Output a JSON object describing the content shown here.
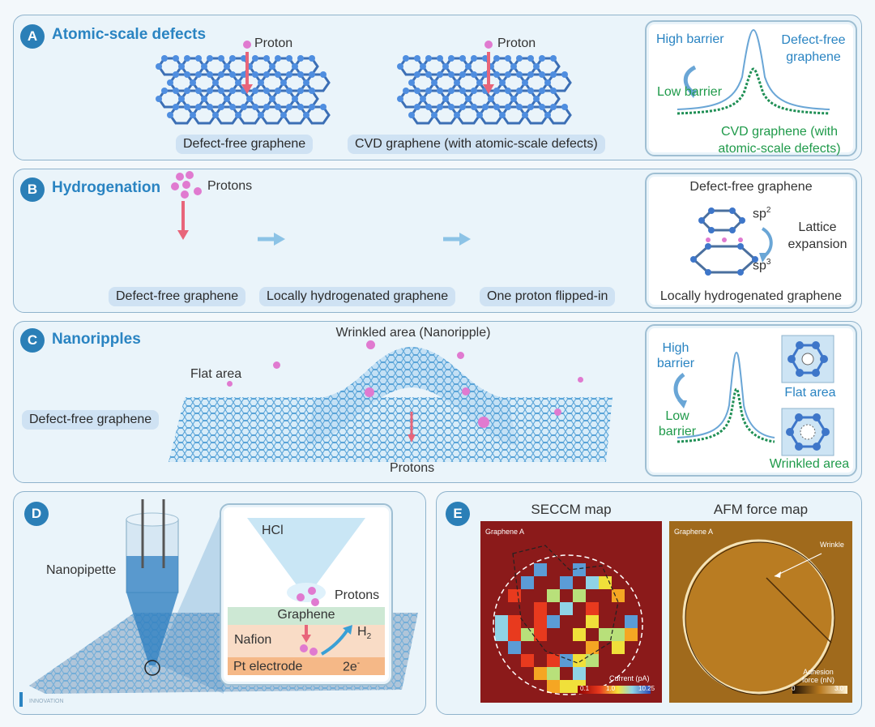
{
  "panelA": {
    "letter": "A",
    "title": "Atomic-scale defects",
    "proton_left": "Proton",
    "proton_right": "Proton",
    "label_left": "Defect-free graphene",
    "label_right": "CVD graphene (with atomic-scale defects)",
    "side": {
      "high_barrier": "High barrier",
      "low_barrier": "Low barrier",
      "defect_free": "Defect-free graphene",
      "cvd": "CVD graphene (with atomic-scale defects)"
    }
  },
  "panelB": {
    "letter": "B",
    "title": "Hydrogenation",
    "protons": "Protons",
    "label_1": "Defect-free graphene",
    "label_2": "Locally hydrogenated graphene",
    "label_3": "One proton flipped-in",
    "side": {
      "top": "Defect-free graphene",
      "sp2": "sp",
      "sp2_sup": "2",
      "sp3": "sp",
      "sp3_sup": "3",
      "lattice": "Lattice expansion",
      "bottom": "Locally hydrogenated graphene"
    }
  },
  "panelC": {
    "letter": "C",
    "title": "Nanoripples",
    "wrinkled": "Wrinkled area (Nanoripple)",
    "flat": "Flat area",
    "defect_free": "Defect-free graphene",
    "protons": "Protons",
    "side": {
      "high_barrier": "High barrier",
      "low_barrier": "Low barrier",
      "flat_area": "Flat area",
      "wrinkled_area": "Wrinkled area"
    }
  },
  "panelD": {
    "letter": "D",
    "nanopipette": "Nanopipette",
    "hcl": "HCl",
    "protons": "Protons",
    "graphene": "Graphene",
    "nafion": "Nafion",
    "pt": "Pt electrode",
    "h2": "H",
    "h2_sub": "2",
    "electrons": "2e",
    "electrons_sup": "-",
    "watermark": "INNOVATION"
  },
  "panelE": {
    "letter": "E",
    "seccm_title": "SECCM map",
    "afm_title": "AFM force map",
    "seccm_sample": "Graphene A",
    "afm_sample": "Graphene A",
    "wrinkle": "Wrinkle",
    "current_label": "Current (pA)",
    "current_ticks": [
      "0.1",
      "1.0",
      "10.25"
    ],
    "adhesion_label": "Adhesion force (nN)",
    "adhesion_ticks": [
      "0",
      "3.0"
    ]
  },
  "colors": {
    "accent": "#2a84c2",
    "green": "#1f9a4a",
    "panel_border": "#8fb3cc",
    "proton": "#e07ad0"
  }
}
